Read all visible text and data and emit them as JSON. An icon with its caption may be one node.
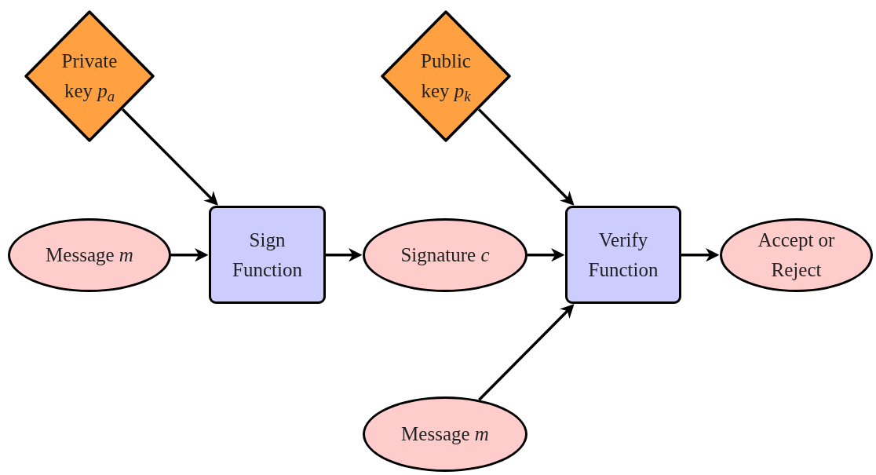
{
  "diagram": {
    "nodes": [
      {
        "text": [
          "Private key *p*$_{a}$"
        ]
      },
      {
        "text": [
          "Public key *p*$_{k}$"
        ]
      },
      {
        "text": [
          "Message *m*"
        ]
      },
      {
        "text": [
          "Sign Function"
        ]
      },
      {
        "text": [
          "Signature *c*"
        ]
      },
      {
        "text": [
          "Verify Function"
        ]
      },
      {
        "text": [
          "Accept or Reject"
        ]
      },
      {
        "text": [
          "Message *m*"
        ]
      }
    ],
    "edges": [
      {
        "from": 0,
        "to": 3,
        "arrow": "to"
      },
      {
        "from": 2,
        "to": 3,
        "arrow": "to"
      },
      {
        "from": 3,
        "to": 4,
        "arrow": "to"
      },
      {
        "from": 1,
        "to": 5,
        "arrow": "to"
      },
      {
        "from": 4,
        "to": 5,
        "arrow": "to"
      },
      {
        "from": 5,
        "to": 6,
        "arrow": "to"
      },
      {
        "from": 7,
        "to": 5,
        "arrow": "to"
      }
    ]
  }
}
